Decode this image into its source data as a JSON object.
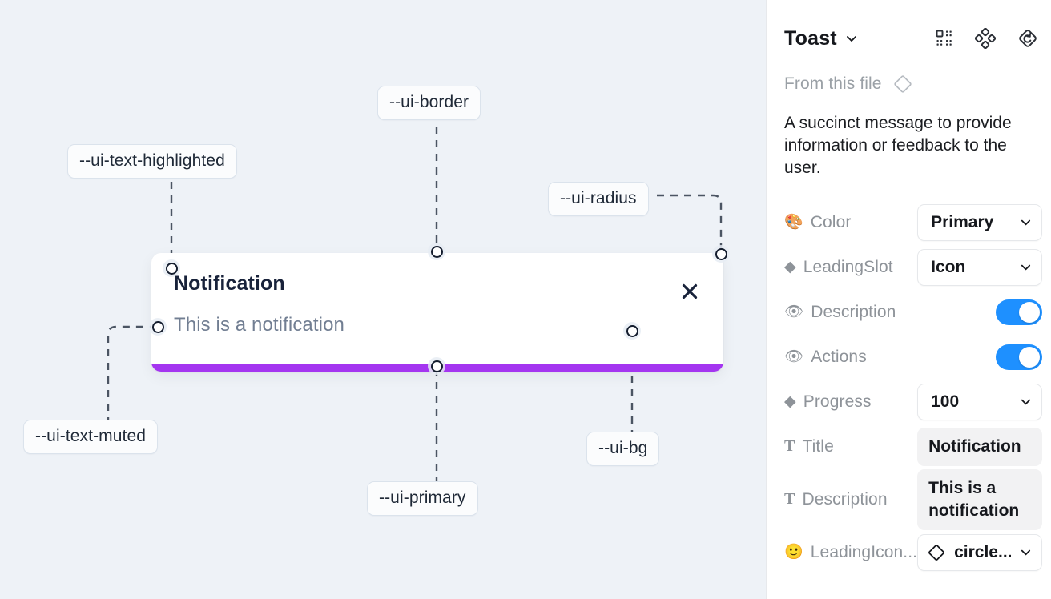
{
  "canvas": {
    "annotations": [
      {
        "id": "ui-text-highlighted",
        "label": "--ui-text-highlighted"
      },
      {
        "id": "ui-border",
        "label": "--ui-border"
      },
      {
        "id": "ui-radius",
        "label": "--ui-radius"
      },
      {
        "id": "ui-text-muted",
        "label": "--ui-text-muted"
      },
      {
        "id": "ui-primary",
        "label": "--ui-primary"
      },
      {
        "id": "ui-bg",
        "label": "--ui-bg"
      }
    ],
    "toast": {
      "title": "Notification",
      "description": "This is a notification",
      "close_icon": "close-icon",
      "progress_color": "#a435f0",
      "background": "#ffffff"
    },
    "background": "#eef2f7"
  },
  "panel": {
    "title": "Toast",
    "title_chevron": "chevron-down-icon",
    "header_icons": [
      {
        "name": "component-grid-icon"
      },
      {
        "name": "variants-diamond-icon"
      },
      {
        "name": "reset-instance-icon"
      }
    ],
    "from_file": {
      "label": "From this file",
      "icon": "diamond-icon"
    },
    "description": "A succinct message to provide information or feedback to the user.",
    "properties": [
      {
        "icon": "palette-emoji",
        "glyph": "🎨",
        "glyph_type": "emoji",
        "label": "Color",
        "control": "select",
        "value": "Primary"
      },
      {
        "icon": "diamond-filled",
        "glyph": "◆",
        "glyph_type": "shape",
        "label": "LeadingSlot",
        "control": "select",
        "value": "Icon"
      },
      {
        "icon": "eye-emoji",
        "glyph": "👁",
        "glyph_type": "emoji",
        "label": "Description",
        "control": "toggle",
        "value": "on"
      },
      {
        "icon": "eye-emoji",
        "glyph": "👁",
        "glyph_type": "emoji",
        "label": "Actions",
        "control": "toggle",
        "value": "on"
      },
      {
        "icon": "diamond-filled",
        "glyph": "◆",
        "glyph_type": "shape",
        "label": "Progress",
        "control": "select",
        "value": "100"
      },
      {
        "icon": "text-glyph",
        "glyph": "T",
        "glyph_type": "serif",
        "label": "Title",
        "control": "textfield",
        "value": "Notification"
      },
      {
        "icon": "text-glyph",
        "glyph": "T",
        "glyph_type": "serif",
        "label": "Description",
        "control": "textfield",
        "value": "This is a notification"
      },
      {
        "icon": "smiley-emoji",
        "glyph": "🙂",
        "glyph_type": "emoji",
        "label": "LeadingIcon...",
        "control": "icon-select",
        "value": "circle..."
      }
    ],
    "colors": {
      "toggle_on": "#1e90ff",
      "field_bg": "#f2f2f3",
      "label": "#8e9399"
    }
  }
}
